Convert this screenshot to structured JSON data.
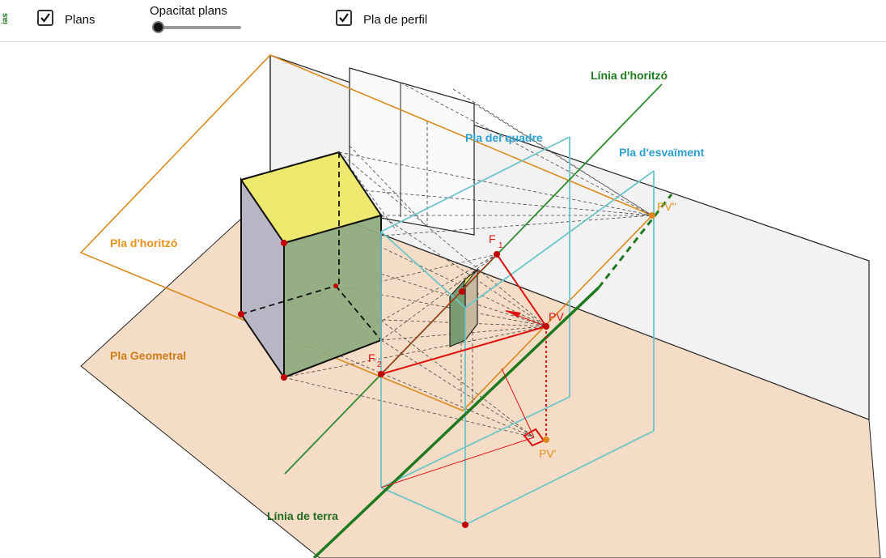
{
  "toolbar": {
    "side_tab": "ias",
    "plans_label": "Plans",
    "plans_checked": true,
    "opacity_label": "Opacitat plans",
    "opacity_value": 0,
    "perfil_label": "Pla de perfil",
    "perfil_checked": true
  },
  "labels": {
    "linia_horitzo": "Línia d'horitzó",
    "pla_quadre": "Pla del quadre",
    "pla_esvaiment": "Pla d'esvaïment",
    "pla_horitzo": "Pla d'horitzó",
    "pla_geometral": "Pla Geometral",
    "linia_terra": "Línia de terra"
  },
  "points": {
    "pv2": "PV''",
    "pv": "PV",
    "pv1": "PV'",
    "f1": "F",
    "f1_sub": "1",
    "f2": "F",
    "f2_sub": "2"
  },
  "colors": {
    "ground": "#f4dcc6",
    "horizon_plane": "#d98a1c",
    "picture_plane": "#6cc5c8",
    "picture_label": "#2aa0d0",
    "horizon_line": "#2e8b2e",
    "red": "#e01010",
    "prism_top": "#ede86e",
    "prism_side": "#b8b5c4",
    "prism_front": "#8fab80",
    "wall": "#f0f0f0"
  }
}
